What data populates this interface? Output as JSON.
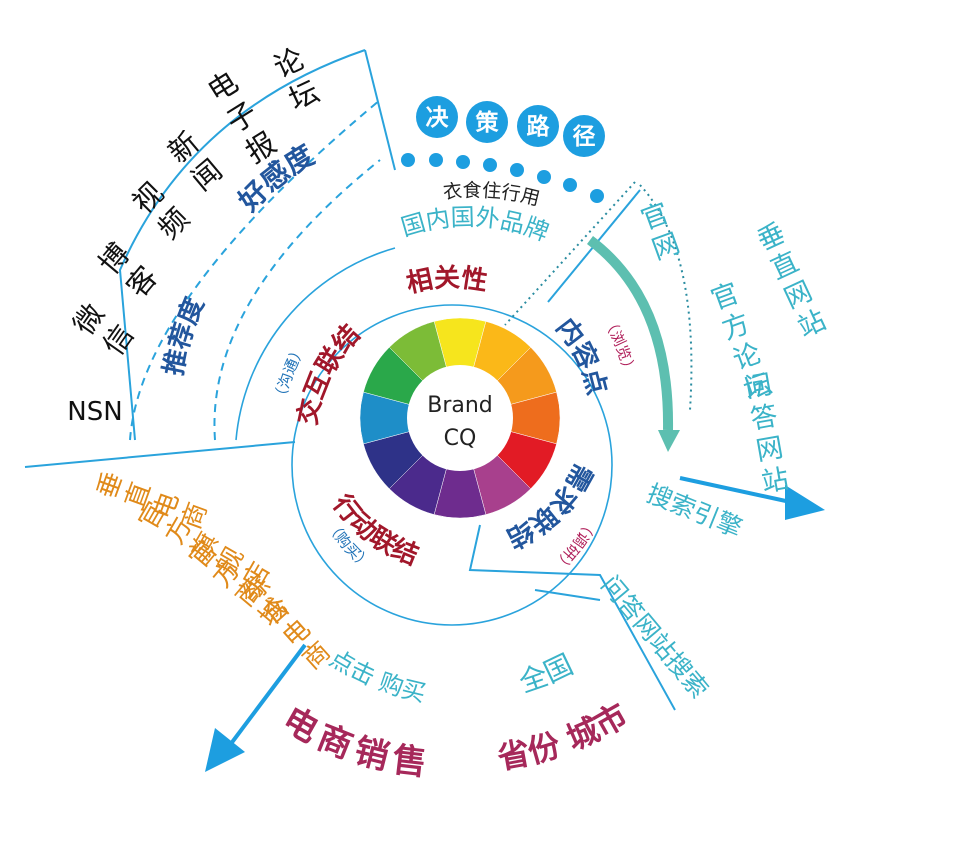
{
  "center": {
    "line1": "Brand",
    "line2": "CQ"
  },
  "wheel_colors": [
    "#f6e51d",
    "#fbb818",
    "#f59a1c",
    "#ee6d1d",
    "#e21b25",
    "#a8408d",
    "#6e2c8e",
    "#4b2a8c",
    "#2e3288",
    "#1e8ec8",
    "#2aa84a",
    "#7cbc37"
  ],
  "inner_ring": {
    "relevance": "相关性",
    "content": "内容点",
    "browse": "（浏览）",
    "demand": "需求联结",
    "research": "（调研）",
    "action": "行动联结",
    "buy": "（购买）",
    "interact": "交互联结",
    "communicate": "（沟通）"
  },
  "decision": {
    "label_chars": [
      "决",
      "策",
      "路",
      "径"
    ],
    "daily": "衣食住行用",
    "brands": "国内国外品牌"
  },
  "social": {
    "favorability": "好感度",
    "recommendation": "推荐度",
    "channels": [
      "微信",
      "博客",
      "视频",
      "新闻",
      "电子报",
      "论坛"
    ],
    "nsn": "NSN"
  },
  "content_sites": [
    "官网",
    "垂直网站",
    "官方论坛",
    "问答网站"
  ],
  "search": {
    "engine": "搜索引擎",
    "qa": "问答网站搜索"
  },
  "region": {
    "national": "全国",
    "province": "省份",
    "city": "城市"
  },
  "ecommerce": {
    "click": "点击",
    "buy": "购买",
    "sales": "电商销售",
    "stores": [
      "垂直电商",
      "官方旗舰店",
      "官方商城",
      "综合电商"
    ]
  }
}
